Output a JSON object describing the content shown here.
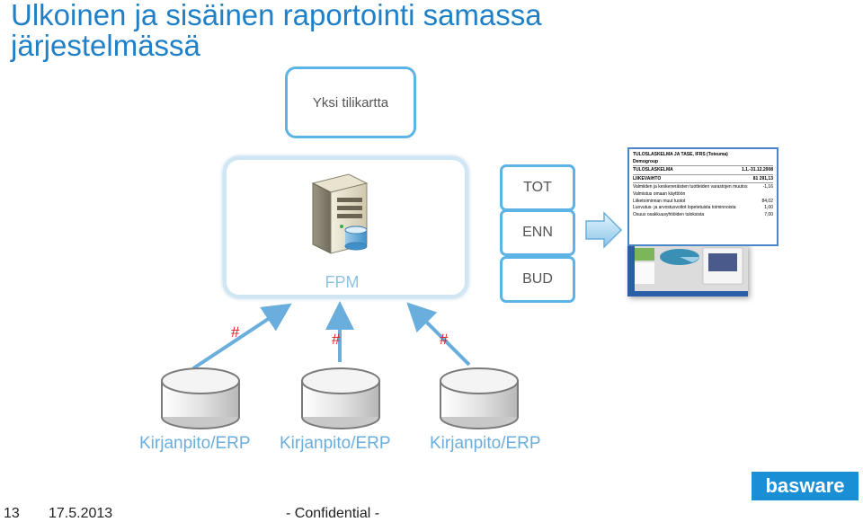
{
  "title": "Ulkoinen ja sisäinen raportointi samassa järjestelmässä",
  "chart_of_accounts": "Yksi tilikartta",
  "fpm_label": "FPM",
  "scenarios": [
    "TOT",
    "ENN",
    "BUD"
  ],
  "report": {
    "heading": "TULOSLASKELMA JA TASE, IFRS (Toteuma)",
    "company": "Demogroup",
    "section": "TULOSLASKELMA",
    "period": "1.1.-31.12.2008",
    "revenue_label": "LIIKEVAIHTO",
    "revenue_value": "81 291,13",
    "rows": [
      {
        "label": "Valmiiden ja keskeneräisten tuotteiden varastojen muutos",
        "value": "-1,16"
      },
      {
        "label": "Valmistus omaan käyttöön",
        "value": ""
      },
      {
        "label": "Liiketoiminnan muut tuotot",
        "value": "84,02"
      },
      {
        "label": "Luovutus- ja arvostusvoitot lopetetuista toiminnoista",
        "value": "1,00"
      },
      {
        "label": "Osuus osakkuusyhtiöiden tuloksista",
        "value": "7,00"
      }
    ]
  },
  "connector_labels": [
    "#",
    "#",
    "#"
  ],
  "sources": [
    "Kirjanpito/ERP",
    "Kirjanpito/ERP",
    "Kirjanpito/ERP"
  ],
  "footer": {
    "page": "13",
    "date": "17.5.2013",
    "confidential": "- Confidential -"
  },
  "logo": "basware",
  "colors": {
    "accent": "#1f80c8",
    "box_border": "#5bb3e6",
    "hash": "#e02020",
    "logo_bg": "#1a8fd6"
  }
}
